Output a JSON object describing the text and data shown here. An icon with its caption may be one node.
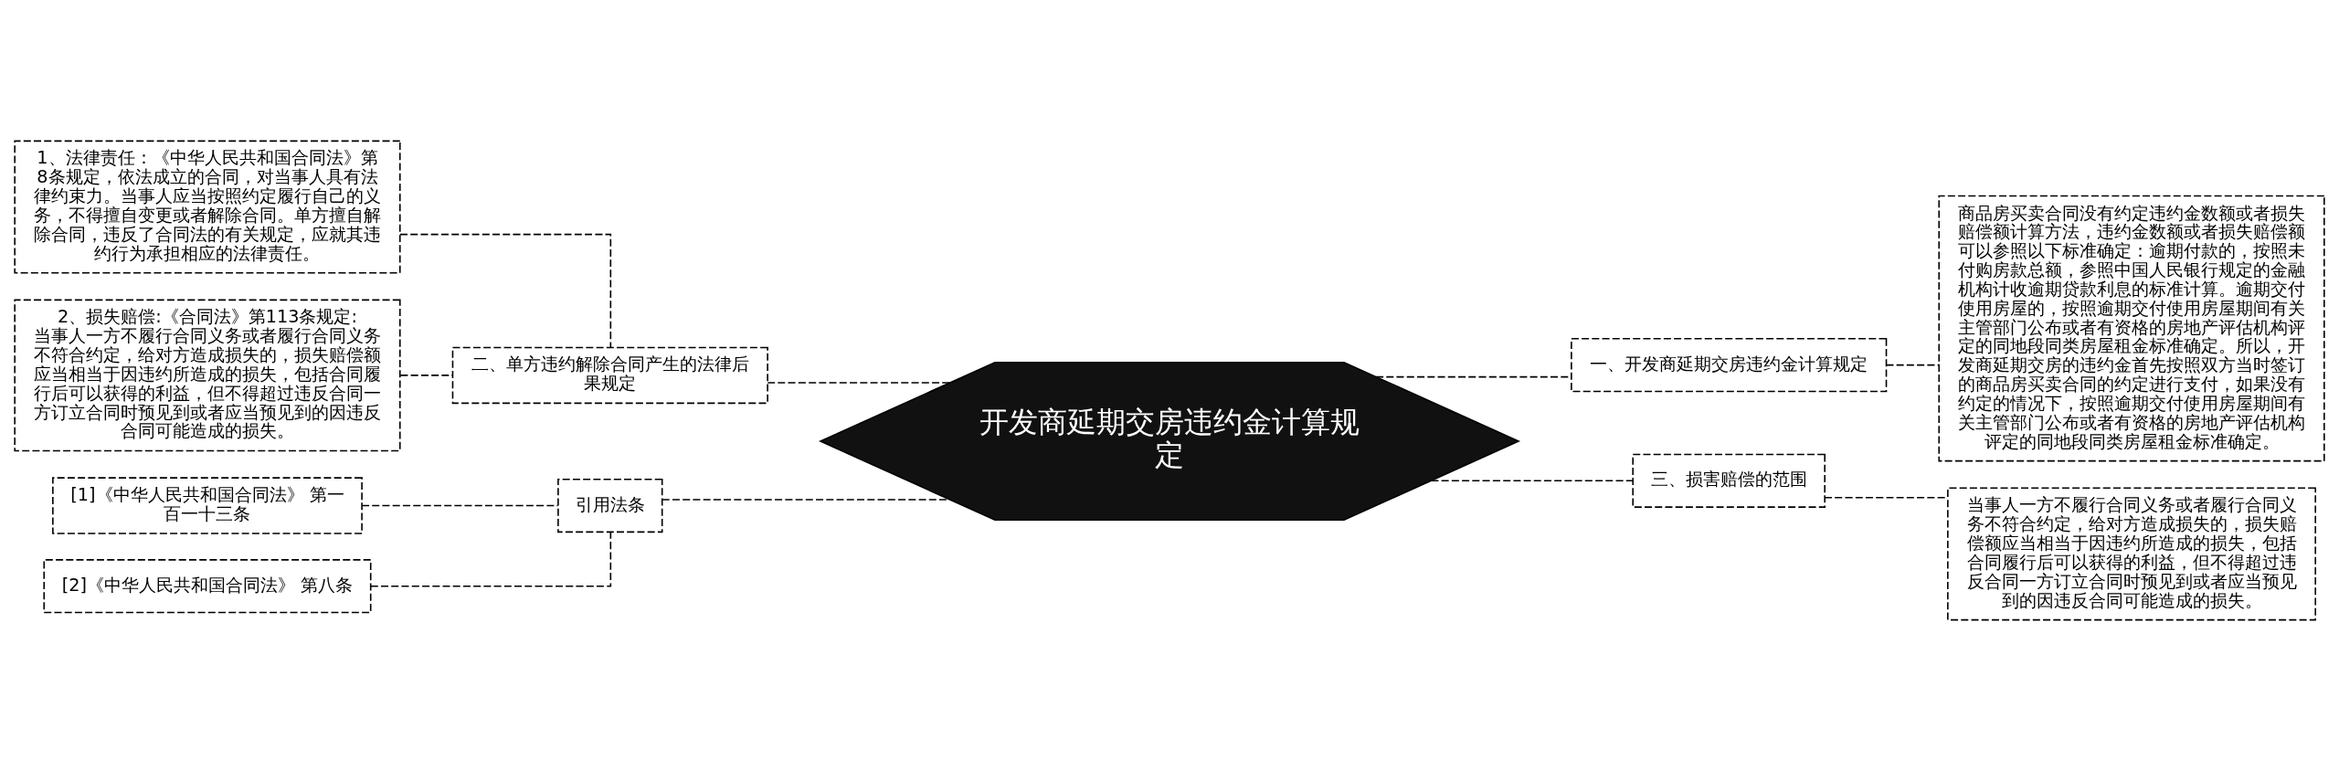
{
  "diagram": {
    "nodes": [
      {
        "text": [
          "开发商延期交房违约金计算规定"
        ]
      },
      {
        "text": [
          "一、开发商延期交房违约金计算规定"
        ]
      },
      {
        "text": [
          "商品房买卖合同没有约定违约金数额或者损失赔偿额计算方法，违约金数额或者损失赔偿额可以参照以下标准确定：逾期付款的，按照未付购房款总额，参照中国人民银行规定的金融机构计收逾期贷款利息的标准计算。逾期交付使用房屋的，按照逾期交付使用房屋期间有关主管部门公布或者有资格的房地产评估机构评定的同地段同类房屋租金标准确定。所以，开发商延期交房的违约金首先按照双方当时签订的商品房买卖合同的约定进行支付，如果没有约定的情况下，按照逾期交付使用房屋期间有关主管部门公布或者有资格的房地产评估机构评定的同地段同类房屋租金标准确定。"
        ]
      },
      {
        "text": [
          "三、损害赔偿的范围"
        ]
      },
      {
        "text": [
          "当事人一方不履行合同义务或者履行合同义务不符合约定，给对方造成损失的，损失赔偿额应当相当于因违约所造成的损失，包括合同履行后可以获得的利益，但不得超过违反合同一方订立合同时预见到或者应当预见到的因违反合同可能造成的损失。"
        ]
      },
      {
        "text": [
          "二、单方违约解除合同产生的法律后果规定"
        ]
      },
      {
        "text": [
          "1、法律责任：《中华人民共和国合同法》第8条规定，依法成立的合同，对当事人具有法律约束力。当事人应当按照约定履行自己的义务，不得擅自变更或者解除合同。单方擅自解除合同，违反了合同法的有关规定，应就其违约行为承担相应的法律责任。"
        ]
      },
      {
        "text": [
          "2、损失赔偿:《合同法》第113条规定:当事人一方不履行合同义务或者履行合同义务不符合约定，给对方造成损失的，损失赔偿额应当相当于因违约所造成的损失，包括合同履行后可以获得的利益，但不得超过违反合同一方订立合同时预见到或者应当预见到的因违反合同可能造成的损失。"
        ]
      },
      {
        "text": [
          "引用法条"
        ]
      },
      {
        "text": [
          "[1]《中华人民共和国合同法》 第一百一十三条"
        ]
      },
      {
        "text": [
          "[2]《中华人民共和国合同法》 第八条"
        ]
      }
    ],
    "edges": [
      {
        "from": 0,
        "to": 1,
        "arrow": "none",
        "style": "dashed"
      },
      {
        "from": 1,
        "to": 2,
        "arrow": "none",
        "style": "dashed"
      },
      {
        "from": 0,
        "to": 3,
        "arrow": "none",
        "style": "dashed"
      },
      {
        "from": 3,
        "to": 4,
        "arrow": "none",
        "style": "dashed"
      },
      {
        "from": 0,
        "to": 5,
        "arrow": "none",
        "style": "dashed"
      },
      {
        "from": 5,
        "to": 6,
        "arrow": "none",
        "style": "dashed"
      },
      {
        "from": 5,
        "to": 7,
        "arrow": "none",
        "style": "dashed"
      },
      {
        "from": 0,
        "to": 8,
        "arrow": "none",
        "style": "dashed"
      },
      {
        "from": 8,
        "to": 9,
        "arrow": "none",
        "style": "dashed"
      },
      {
        "from": 8,
        "to": 10,
        "arrow": "none",
        "style": "dashed"
      }
    ]
  }
}
